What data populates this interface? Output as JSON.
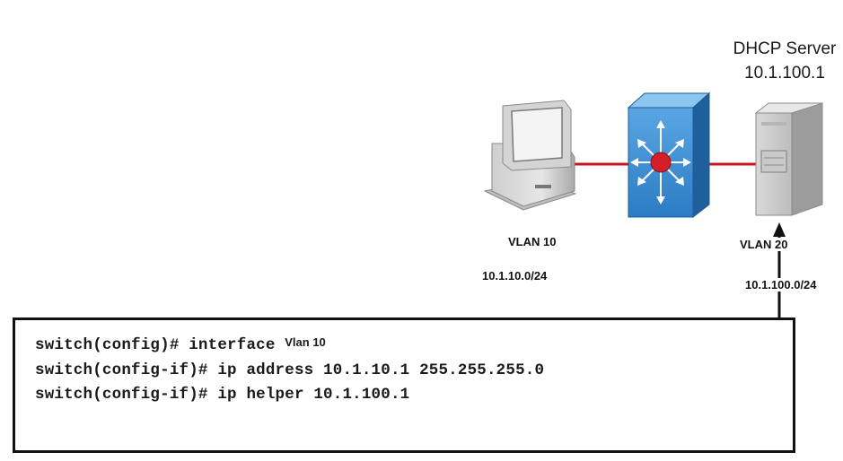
{
  "server": {
    "title": "DHCP Server",
    "ip": "10.1.100.1"
  },
  "left_network": {
    "vlan": "VLAN 10",
    "subnet": "10.1.10.0/24"
  },
  "right_network": {
    "vlan": "VLAN 20",
    "subnet": "10.1.100.0/24"
  },
  "config": {
    "line1_cmd": "switch(config)# interface ",
    "line1_arg": "Vlan 10",
    "line2": "switch(config-if)# ip address 10.1.10.1 255.255.255.0",
    "line3": "switch(config-if)# ip helper 10.1.100.1"
  },
  "colors": {
    "link": "#c4161c",
    "switch_body": "#3b8fd4",
    "switch_hub": "#d21f2a"
  },
  "icons": [
    "pc-icon",
    "multilayer-switch-icon",
    "server-icon"
  ]
}
